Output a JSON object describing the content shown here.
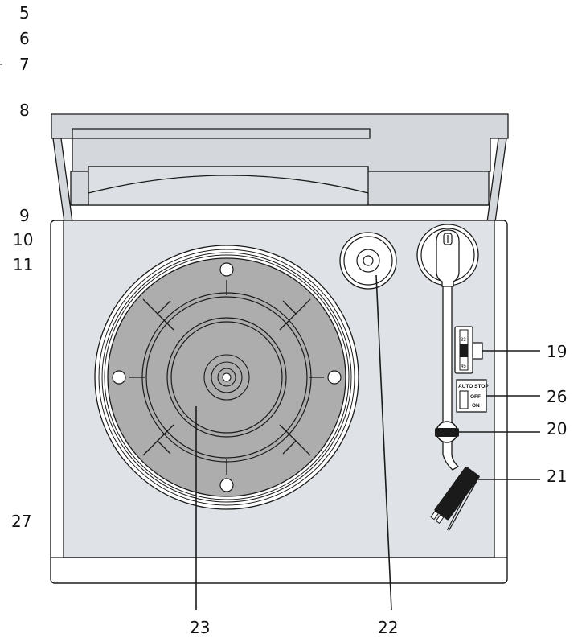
{
  "left_numbers": [
    "5",
    "6",
    "7",
    "8",
    "9",
    "10",
    "11",
    "27"
  ],
  "right_callouts": [
    "19",
    "26",
    "20",
    "21"
  ],
  "bottom_callouts": [
    "23",
    "22"
  ],
  "speed_switch": {
    "top": "33",
    "bottom": "45"
  },
  "auto_stop_switch": {
    "title": "AUTO STOP",
    "off": "OFF",
    "on": "ON"
  },
  "colors": {
    "lid": "#d4d7db",
    "plinth": "#dfe3e8",
    "platter_mat": "#adadad",
    "stroke": "#1a1a1a"
  }
}
